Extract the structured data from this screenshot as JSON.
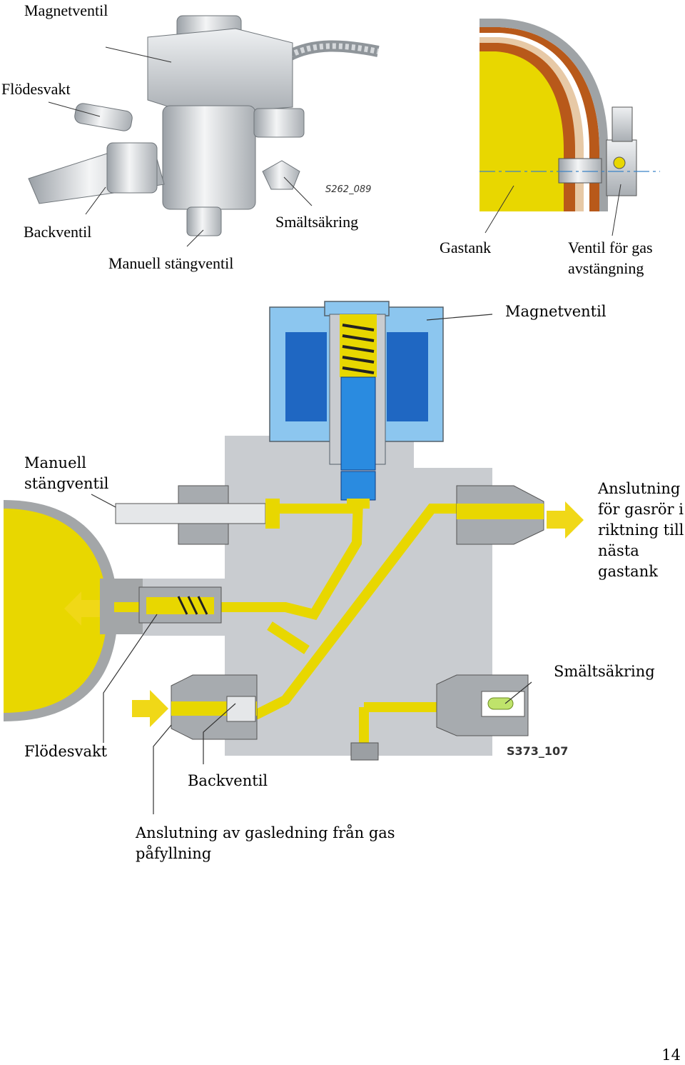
{
  "top_left_photo": {
    "code": "S262_089",
    "labels": {
      "magnetventil": "Magnetventil",
      "flodesvakt": "Flödesvakt",
      "backventil": "Backventil",
      "smaltsakring": "Smältsäkring",
      "manuell": "Manuell stängventil"
    }
  },
  "top_right_tank": {
    "labels": {
      "gastank": "Gastank",
      "ventil": "Ventil för gas\navstängning"
    }
  },
  "schematic": {
    "code": "S373_107",
    "labels": {
      "magnetventil": "Magnetventil",
      "manuell": "Manuell\nstängventil",
      "anslutning_ut": "Anslutning\nför gasrör i\nriktning till\nnästa\ngastank",
      "smaltsakring": "Smältsäkring",
      "flodesvakt": "Flödesvakt",
      "backventil": "Backventil",
      "anslutning_in": "Anslutning av gasledning från gas\npåfyllning"
    }
  },
  "page_number": "14",
  "colors": {
    "gas": "#e8d700",
    "body": "#c9ccd0",
    "coil": "#3d8fdc",
    "solenoid_case": "#8cc6ef",
    "arrow": "#f0d817",
    "tank_shell": "#a3a6a8",
    "tank_rust": "#b8591a"
  }
}
